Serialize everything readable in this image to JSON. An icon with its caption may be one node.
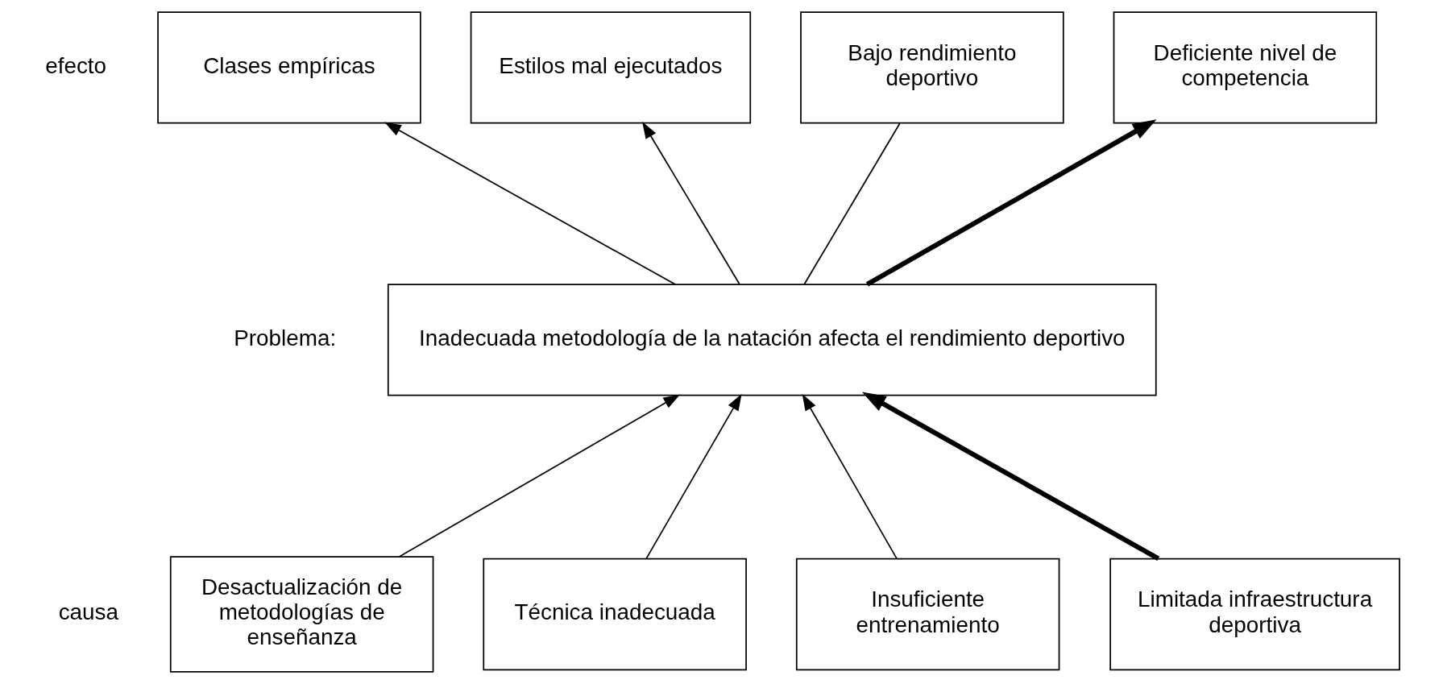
{
  "diagram": {
    "nodes": [
      {
        "text": [
          "Clases empíricas"
        ]
      },
      {
        "text": [
          "Estilos mal ejecutados"
        ]
      },
      {
        "text": [
          "Bajo rendimiento deportivo"
        ]
      },
      {
        "text": [
          "Deficiente nivel de competencia"
        ]
      },
      {
        "text": [
          "Inadecuada metodología de la natación afecta el rendimiento deportivo"
        ]
      },
      {
        "text": [
          "Desactualización de metodologías de enseñanza"
        ]
      },
      {
        "text": [
          "Técnica inadecuada"
        ]
      },
      {
        "text": [
          "Insuficiente entrenamiento"
        ]
      },
      {
        "text": [
          "Limitada infraestructura deportiva"
        ]
      }
    ],
    "edges": [
      {
        "from": 4,
        "to": 0,
        "arrow": "to"
      },
      {
        "from": 4,
        "to": 1,
        "arrow": "to"
      },
      {
        "from": 4,
        "to": 2,
        "arrow": "none"
      },
      {
        "from": 4,
        "to": 3,
        "arrow": "to",
        "style": "thick"
      },
      {
        "from": 5,
        "to": 4,
        "arrow": "to"
      },
      {
        "from": 6,
        "to": 4,
        "arrow": "to"
      },
      {
        "from": 7,
        "to": 4,
        "arrow": "to"
      },
      {
        "from": 8,
        "to": 4,
        "arrow": "to",
        "style": "thick"
      }
    ],
    "labels": [
      "efecto",
      "Problema:",
      "causa"
    ]
  }
}
